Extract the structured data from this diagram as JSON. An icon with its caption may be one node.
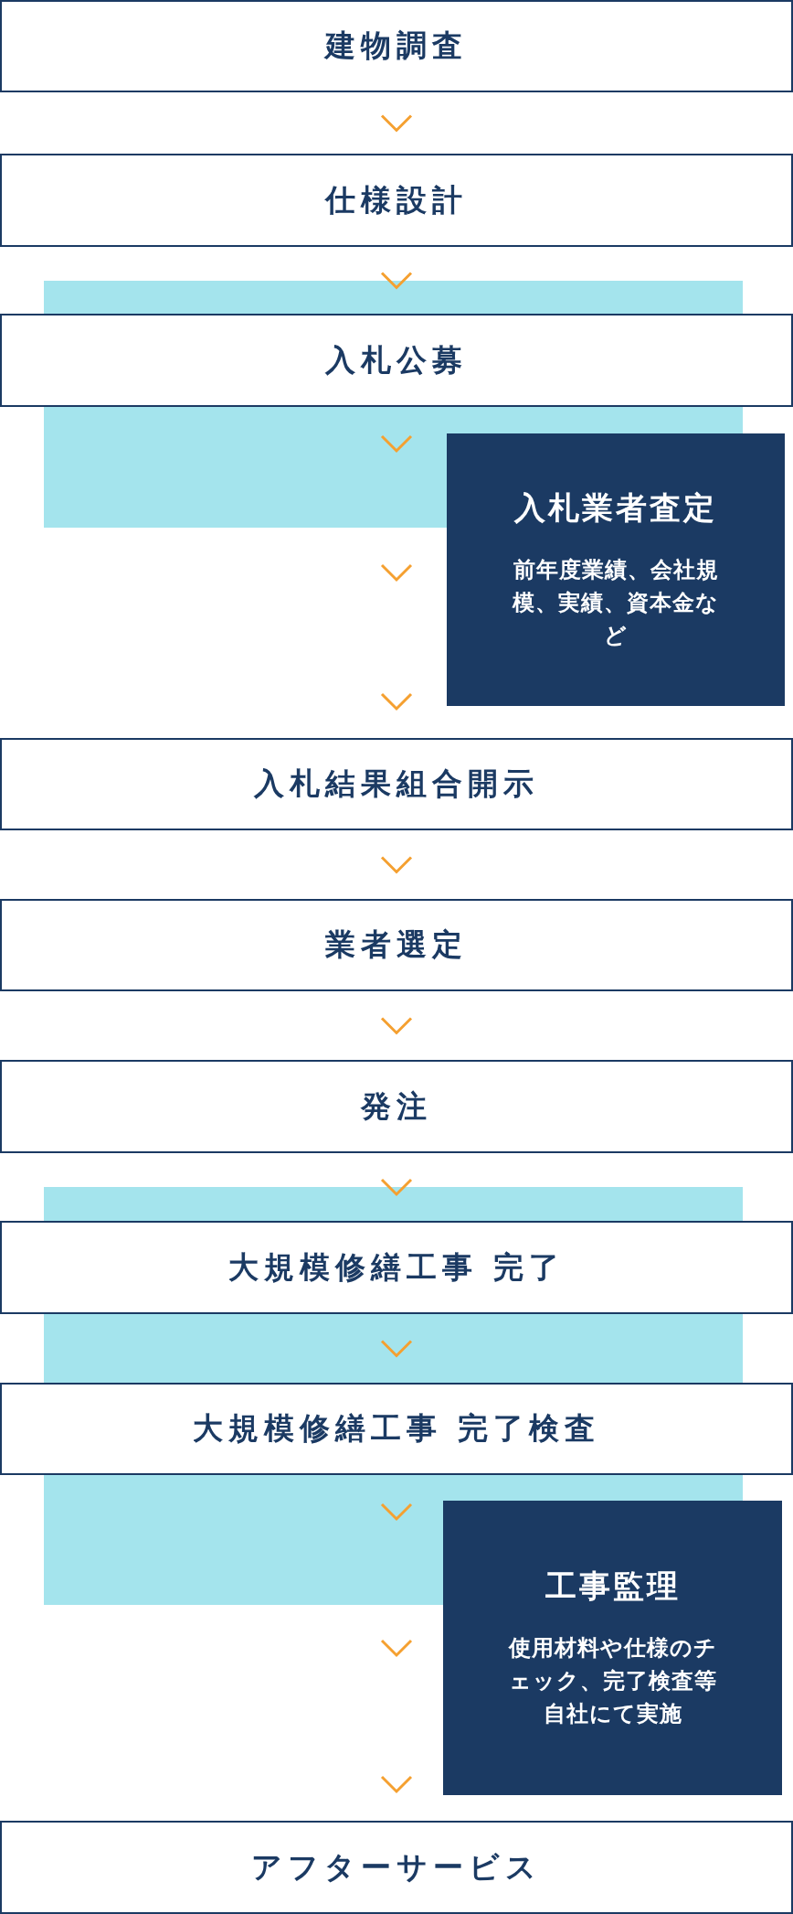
{
  "diagram": {
    "nodes": [
      {
        "text": [
          "建物調査"
        ]
      },
      {
        "text": [
          "仕様設計"
        ]
      },
      {
        "text": [
          "入札公募"
        ]
      },
      {
        "text": [
          "入札業者査定",
          "前年度業績、会社規模、実績、資本金など"
        ]
      },
      {
        "text": [
          "入札結果組合開示"
        ]
      },
      {
        "text": [
          "業者選定"
        ]
      },
      {
        "text": [
          "発注"
        ]
      },
      {
        "text": [
          "大規模修繕工事 完了"
        ]
      },
      {
        "text": [
          "大規模修繕工事 完了検査"
        ]
      },
      {
        "text": [
          "工事監理",
          "使用材料や仕様のチェック、完了検査等自社にて実施"
        ]
      },
      {
        "text": [
          "アフターサービス"
        ]
      }
    ],
    "edges": [
      {
        "from": 0,
        "to": 1,
        "arrow": "to"
      },
      {
        "from": 1,
        "to": 2,
        "arrow": "to"
      },
      {
        "from": 2,
        "to": 4,
        "arrow": "to"
      },
      {
        "from": 4,
        "to": 5,
        "arrow": "to"
      },
      {
        "from": 5,
        "to": 6,
        "arrow": "to"
      },
      {
        "from": 6,
        "to": 7,
        "arrow": "to"
      },
      {
        "from": 7,
        "to": 8,
        "arrow": "to"
      },
      {
        "from": 8,
        "to": 10,
        "arrow": "to"
      }
    ]
  }
}
